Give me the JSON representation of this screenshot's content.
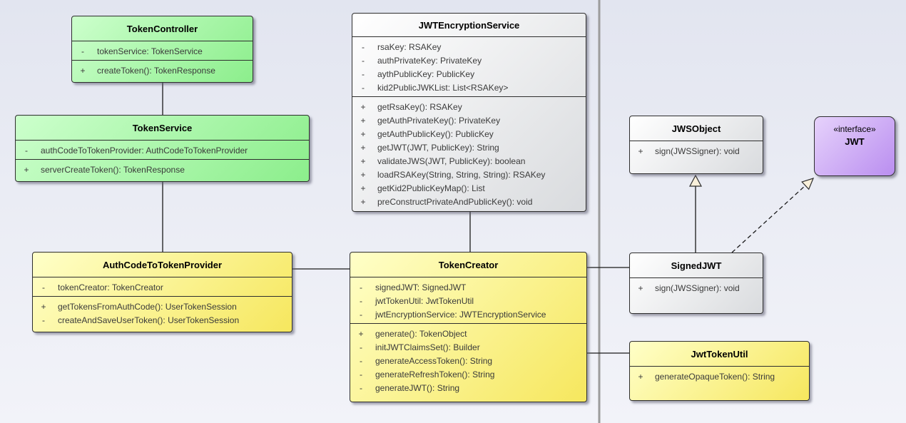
{
  "classes": {
    "token_controller": {
      "title": "TokenController",
      "attributes": [
        {
          "vis": "-",
          "text": "tokenService: TokenService"
        }
      ],
      "methods": [
        {
          "vis": "+",
          "text": "createToken(): TokenResponse"
        }
      ]
    },
    "token_service": {
      "title": "TokenService",
      "attributes": [
        {
          "vis": "-",
          "text": "authCodeToTokenProvider: AuthCodeToTokenProvider"
        }
      ],
      "methods": [
        {
          "vis": "+",
          "text": "serverCreateToken(): TokenResponse"
        }
      ]
    },
    "jwt_encryption_service": {
      "title": "JWTEncryptionService",
      "attributes": [
        {
          "vis": "-",
          "text": "rsaKey: RSAKey"
        },
        {
          "vis": "-",
          "text": "authPrivateKey: PrivateKey"
        },
        {
          "vis": "-",
          "text": "aythPublicKey: PublicKey"
        },
        {
          "vis": "-",
          "text": "kid2PublicJWKList: List<RSAKey>"
        }
      ],
      "methods": [
        {
          "vis": "+",
          "text": "getRsaKey(): RSAKey"
        },
        {
          "vis": "+",
          "text": "getAuthPrivateKey(): PrivateKey"
        },
        {
          "vis": "+",
          "text": "getAuthPublicKey(): PublicKey"
        },
        {
          "vis": "+",
          "text": "getJWT(JWT, PublicKey): String"
        },
        {
          "vis": "+",
          "text": "validateJWS(JWT, PublicKey): boolean"
        },
        {
          "vis": "+",
          "text": "loadRSAKey(String, String, String): RSAKey"
        },
        {
          "vis": "+",
          "text": "getKid2PublicKeyMap(): List"
        },
        {
          "vis": "+",
          "text": "preConstructPrivateAndPublicKey(): void"
        }
      ]
    },
    "auth_code_to_token_provider": {
      "title": "AuthCodeToTokenProvider",
      "attributes": [
        {
          "vis": "-",
          "text": "tokenCreator: TokenCreator"
        }
      ],
      "methods": [
        {
          "vis": "+",
          "text": "getTokensFromAuthCode(): UserTokenSession"
        },
        {
          "vis": "-",
          "text": "createAndSaveUserToken(): UserTokenSession"
        }
      ]
    },
    "token_creator": {
      "title": "TokenCreator",
      "attributes": [
        {
          "vis": "-",
          "text": "signedJWT: SignedJWT"
        },
        {
          "vis": "-",
          "text": "jwtTokenUtil: JwtTokenUtil"
        },
        {
          "vis": "-",
          "text": "jwtEncryptionService: JWTEncryptionService"
        }
      ],
      "methods": [
        {
          "vis": "+",
          "text": "generate(): TokenObject"
        },
        {
          "vis": "-",
          "text": "initJWTClaimsSet(): Builder"
        },
        {
          "vis": "-",
          "text": "generateAccessToken(): String"
        },
        {
          "vis": "-",
          "text": "generateRefreshToken(): String"
        },
        {
          "vis": "-",
          "text": "generateJWT(): String"
        }
      ]
    },
    "jws_object": {
      "title": "JWSObject",
      "methods": [
        {
          "vis": "+",
          "text": "sign(JWSSigner): void"
        }
      ]
    },
    "jwt_interface": {
      "stereotype": "«interface»",
      "title": "JWT"
    },
    "signed_jwt": {
      "title": "SignedJWT",
      "methods": [
        {
          "vis": "+",
          "text": "sign(JWSSigner): void"
        }
      ]
    },
    "jwt_token_util": {
      "title": "JwtTokenUtil",
      "methods": [
        {
          "vis": "+",
          "text": "generateOpaqueToken(): String"
        }
      ]
    }
  },
  "relationships": [
    {
      "from": "TokenController",
      "to": "TokenService",
      "type": "association"
    },
    {
      "from": "TokenService",
      "to": "AuthCodeToTokenProvider",
      "type": "association"
    },
    {
      "from": "AuthCodeToTokenProvider",
      "to": "TokenCreator",
      "type": "association"
    },
    {
      "from": "JWTEncryptionService",
      "to": "TokenCreator",
      "type": "association"
    },
    {
      "from": "TokenCreator",
      "to": "SignedJWT",
      "type": "association"
    },
    {
      "from": "TokenCreator",
      "to": "JwtTokenUtil",
      "type": "association"
    },
    {
      "from": "SignedJWT",
      "to": "JWSObject",
      "type": "generalization"
    },
    {
      "from": "SignedJWT",
      "to": "JWT",
      "type": "realization"
    }
  ],
  "colors": {
    "class_green": "#8cee8c",
    "class_yellow": "#f6e75e",
    "class_grey": "#d9dbde",
    "class_purple": "#ba8ef0",
    "separator": "#9c9c9c",
    "arrow_fill": "#f9f0da",
    "line": "#1a1a1a"
  }
}
